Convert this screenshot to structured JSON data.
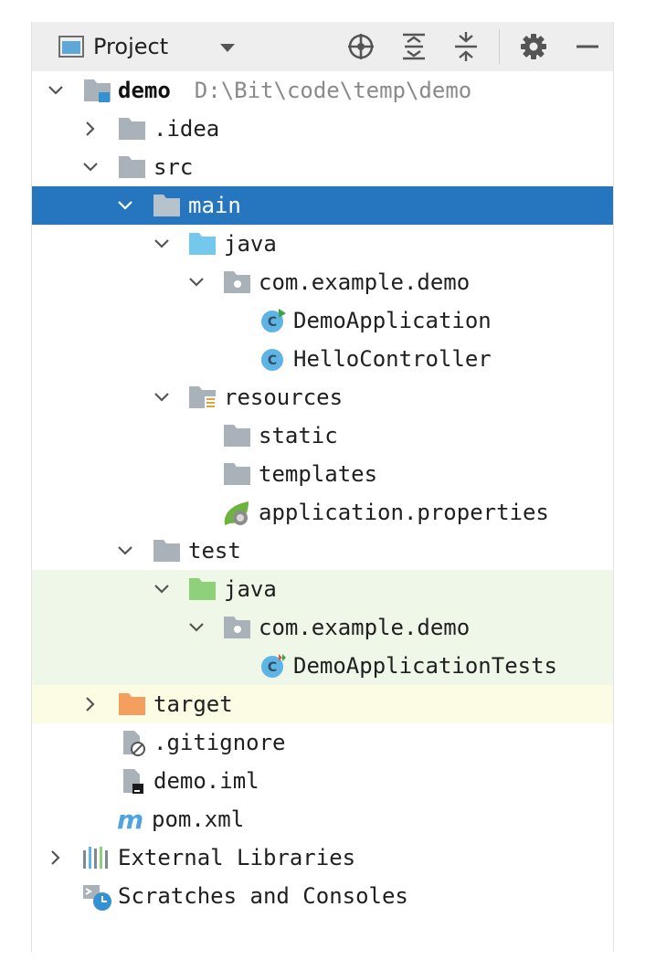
{
  "toolbar": {
    "title": "Project",
    "icons": [
      "project-window-icon",
      "dropdown-icon",
      "locate-icon",
      "expand-all-icon",
      "collapse-all-icon",
      "gear-icon",
      "minimize-icon"
    ]
  },
  "tree": [
    {
      "label": "demo",
      "path": "D:\\Bit\\code\\temp\\demo"
    },
    {
      "label": ".idea"
    },
    {
      "label": "src"
    },
    {
      "label": "main"
    },
    {
      "label": "java"
    },
    {
      "label": "com.example.demo"
    },
    {
      "label": "DemoApplication"
    },
    {
      "label": "HelloController"
    },
    {
      "label": "resources"
    },
    {
      "label": "static"
    },
    {
      "label": "templates"
    },
    {
      "label": "application.properties"
    },
    {
      "label": "test"
    },
    {
      "label": "java"
    },
    {
      "label": "com.example.demo"
    },
    {
      "label": "DemoApplicationTests"
    },
    {
      "label": "target"
    },
    {
      "label": ".gitignore"
    },
    {
      "label": "demo.iml"
    },
    {
      "label": "pom.xml"
    },
    {
      "label": "External Libraries"
    },
    {
      "label": "Scratches and Consoles"
    }
  ],
  "colors": {
    "selection": "#2675bf",
    "test_sources": "#eff8e8",
    "excluded": "#fcfbe3",
    "folder": "#a9b2b9",
    "source_folder": "#74c8ee",
    "test_folder": "#8fd17b",
    "excluded_folder": "#f59f5e",
    "class_icon": "#5fb4e6"
  }
}
